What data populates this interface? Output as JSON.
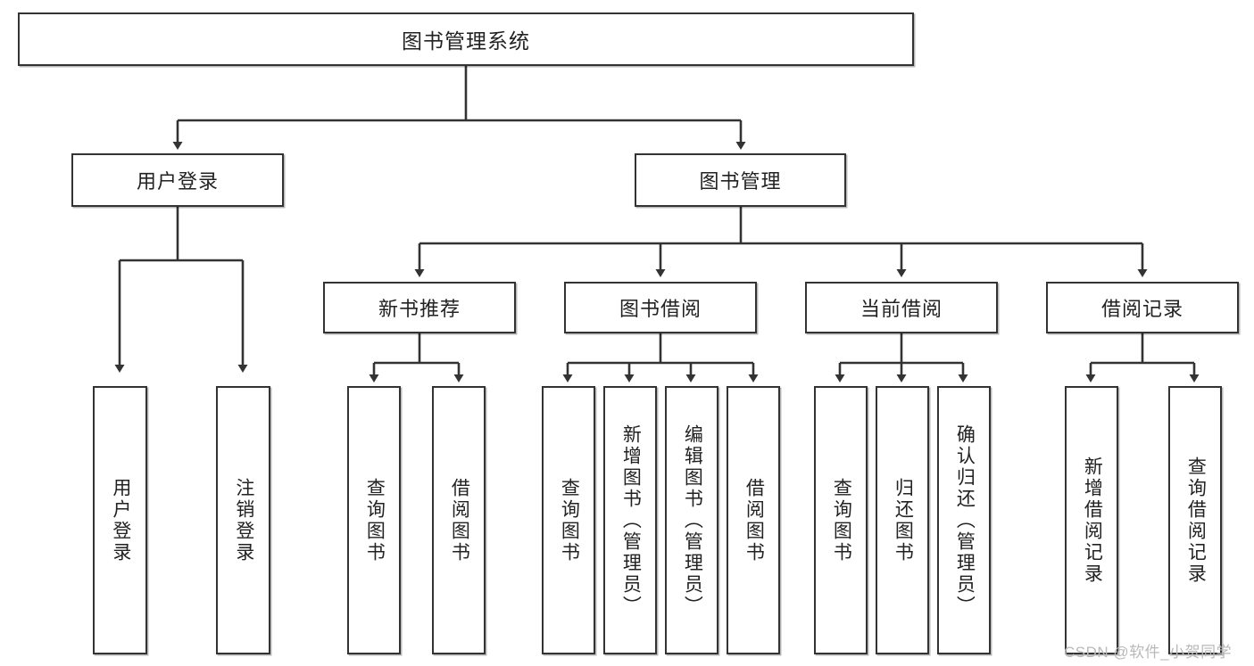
{
  "diagram": {
    "title": "图书管理系统",
    "orientation": "top-down tree",
    "levels": 4,
    "nodes": {
      "root": {
        "label": "图书管理系统"
      },
      "level2": [
        {
          "id": "user-login",
          "label": "用户登录"
        },
        {
          "id": "book-manage",
          "label": "图书管理"
        }
      ],
      "level3": [
        {
          "id": "new-book-recommend",
          "label": "新书推荐"
        },
        {
          "id": "book-borrow",
          "label": "图书借阅"
        },
        {
          "id": "current-borrow",
          "label": "当前借阅"
        },
        {
          "id": "borrow-record",
          "label": "借阅记录"
        }
      ],
      "leaves": [
        {
          "id": "leaf-user-login",
          "label": "用户登录",
          "parent": "user-login"
        },
        {
          "id": "leaf-logout-login",
          "label": "注销登录",
          "parent": "user-login"
        },
        {
          "id": "leaf-query-book-1",
          "label": "查询图书",
          "parent": "new-book-recommend"
        },
        {
          "id": "leaf-borrow-book-1",
          "label": "借阅图书",
          "parent": "new-book-recommend"
        },
        {
          "id": "leaf-query-book-2",
          "label": "查询图书",
          "parent": "book-borrow"
        },
        {
          "id": "leaf-add-book",
          "label": "新增图书（管理员）",
          "parent": "book-borrow"
        },
        {
          "id": "leaf-edit-book",
          "label": "编辑图书（管理员）",
          "parent": "book-borrow"
        },
        {
          "id": "leaf-borrow-book-2",
          "label": "借阅图书",
          "parent": "book-borrow"
        },
        {
          "id": "leaf-query-book-3",
          "label": "查询图书",
          "parent": "current-borrow"
        },
        {
          "id": "leaf-return-book",
          "label": "归还图书",
          "parent": "current-borrow"
        },
        {
          "id": "leaf-confirm-return",
          "label": "确认归还（管理员）",
          "parent": "current-borrow"
        },
        {
          "id": "leaf-add-record",
          "label": "新增借阅记录",
          "parent": "borrow-record"
        },
        {
          "id": "leaf-query-record",
          "label": "查询借阅记录",
          "parent": "borrow-record"
        }
      ]
    },
    "colors": {
      "stroke": "#333333",
      "fill": "#ffffff",
      "text": "#222222",
      "watermark": "#b9b9b9"
    }
  },
  "watermark": {
    "text": "CSDN @软件_小贺同学"
  }
}
